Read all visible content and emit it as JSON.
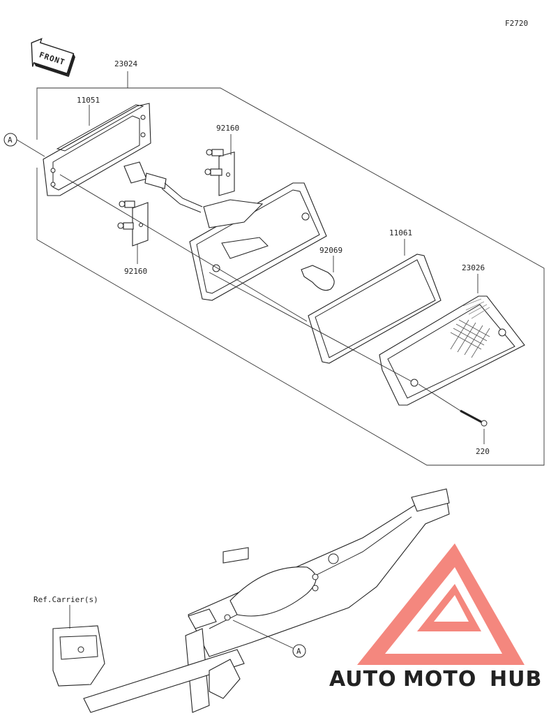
{
  "figure_code": "F2720",
  "front_label": "FRONT",
  "parts": {
    "assembly": "23024",
    "bracket": "11051",
    "bolt_top": "92160",
    "bolt_bottom": "92160",
    "bulb": "92069",
    "gasket": "11061",
    "lens": "23026",
    "screw": "220"
  },
  "callout_top": "A",
  "callout_bottom": "A",
  "ref_label": "Ref.Carrier(s)",
  "watermark": {
    "auto": "AUTO",
    "moto": "MOTO",
    "hub": "HUB",
    "colors": {
      "auto": "#f3c24a",
      "moto": "#ef7f7a",
      "hub": "#8a8a8a",
      "logo": "#f26a5e"
    }
  }
}
